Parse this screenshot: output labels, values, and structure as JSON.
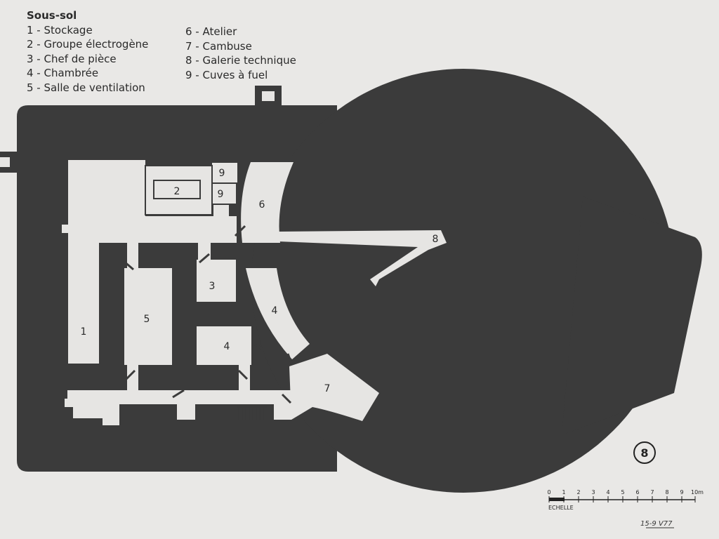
{
  "legend": {
    "title": "Sous-sol",
    "items": [
      "1 - Stockage",
      "2 - Groupe électrogène",
      "3 - Chef de pièce",
      "4 - Chambrée",
      "5 - Salle de ventilation",
      "6 - Atelier",
      "7 - Cambuse",
      "8 - Galerie technique",
      "9 - Cuves à fuel"
    ]
  },
  "rooms": {
    "r1": "1",
    "r2": "2",
    "r3": "3",
    "r4a": "4",
    "r4b": "4",
    "r5": "5",
    "r6": "6",
    "r7": "7",
    "r8": "8",
    "r9a": "9",
    "r9b": "9"
  },
  "figure_number": "8",
  "scale": {
    "label": "ECHELLE",
    "ticks": [
      "0",
      "1",
      "2",
      "3",
      "4",
      "5",
      "6",
      "7",
      "8",
      "9",
      "10m"
    ]
  },
  "reference": "15-9 V77",
  "colors": {
    "background": "#e9e8e6",
    "mass": "#3b3b3b",
    "rooms": "#e6e5e3"
  }
}
